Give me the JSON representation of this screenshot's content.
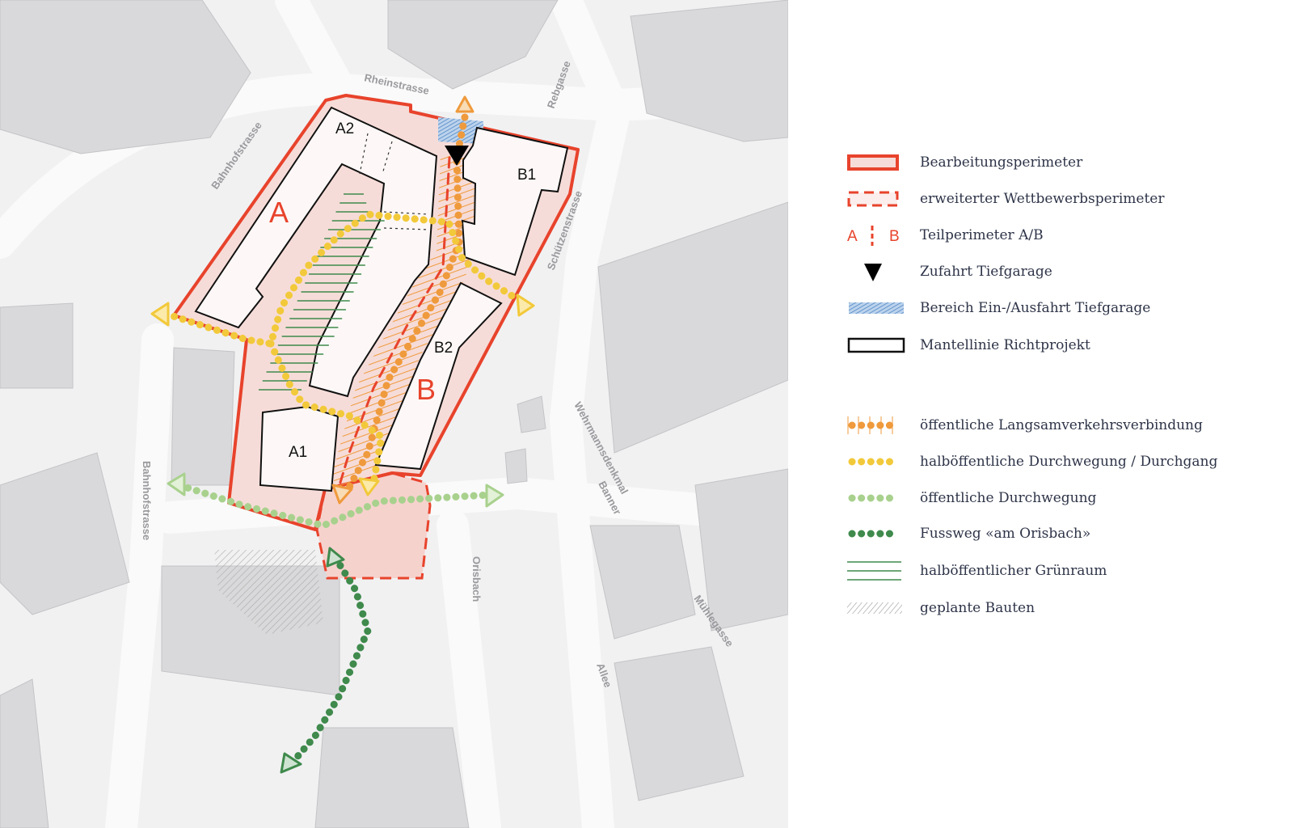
{
  "map": {
    "streets": [
      "Rheinstrasse",
      "Rebgasse",
      "Bahnhofstrasse",
      "Schützenstrasse",
      "Bahnhofstrasse",
      "Wehrmannsdenkmal",
      "Banner",
      "Orisbach",
      "Allee",
      "Mühlegasse"
    ],
    "buildings": [
      "A2",
      "B1",
      "A1",
      "B2"
    ],
    "subperimeters": [
      "A",
      "B"
    ]
  },
  "legend": {
    "items": [
      {
        "label": "Bearbeitungsperimeter",
        "icon": "solid-red-rectangle"
      },
      {
        "label": "erweiterter Wettbewerbsperimeter",
        "icon": "dashed-red-rectangle"
      },
      {
        "label": "Teilperimeter A/B",
        "icon": "dashed-red-divider",
        "sym_a": "A",
        "sym_b": "B"
      },
      {
        "label": "Zufahrt Tiefgarage",
        "icon": "black-down-triangle"
      },
      {
        "label": "Bereich Ein-/Ausfahrt Tiefgarage",
        "icon": "blue-hatch"
      },
      {
        "label": "Mantellinie Richtprojekt",
        "icon": "black-outline-rectangle"
      },
      {
        "label": "öffentliche Langsamverkehrsverbindung",
        "icon": "orange-dotted-hatched-line"
      },
      {
        "label": "halböffentliche Durchwegung / Durchgang",
        "icon": "yellow-dotted-line"
      },
      {
        "label": "öffentliche Durchwegung",
        "icon": "light-green-dotted-line"
      },
      {
        "label": "Fussweg «am Orisbach»",
        "icon": "dark-green-dotted-line"
      },
      {
        "label": "halböffentlicher Grünraum",
        "icon": "green-lines"
      },
      {
        "label": "geplante Bauten",
        "icon": "grey-hatch"
      }
    ]
  },
  "colors": {
    "perimeter": "#e8432c",
    "perimeter_fill": "#f6dcd8",
    "orange": "#ef9a3c",
    "yellow": "#f2c93a",
    "light_green": "#a9d18e",
    "dark_green": "#3f8a4c",
    "blue": "#6a9fd4",
    "map_bg": "#f1f1f2",
    "map_building": "#d9d9db"
  }
}
